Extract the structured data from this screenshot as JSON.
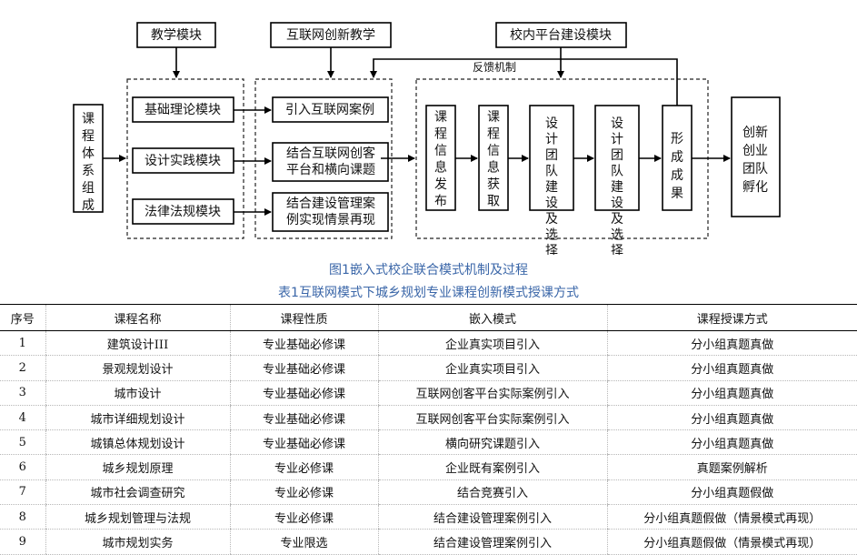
{
  "diagram": {
    "top_boxes": [
      "教学模块",
      "互联网创新教学",
      "校内平台建设模块"
    ],
    "left_block": "课程体系组成",
    "teaching_modules": [
      "基础理论模块",
      "设计实践模块",
      "法律法规模块"
    ],
    "innovation_items": [
      "引入互联网案例",
      "结合互联网创客平台和横向课题",
      "结合建设管理案例实现情景再现"
    ],
    "feedback_label": "反馈机制",
    "platform_steps": [
      "课程信息发布",
      "课程信息获取",
      "设计团队建设及选择",
      "设计团队建设及选择",
      "形成成果"
    ],
    "output_block": "创新创业团队孵化"
  },
  "captions": {
    "figure": "图1嵌入式校企联合模式机制及过程",
    "table": "表1互联网模式下城乡规划专业课程创新模式授课方式"
  },
  "table": {
    "headers": [
      "序号",
      "课程名称",
      "课程性质",
      "嵌入模式",
      "课程授课方式"
    ],
    "rows": [
      [
        "1",
        "建筑设计III",
        "专业基础必修课",
        "企业真实项目引入",
        "分小组真题真做"
      ],
      [
        "2",
        "景观规划设计",
        "专业基础必修课",
        "企业真实项目引入",
        "分小组真题真做"
      ],
      [
        "3",
        "城市设计",
        "专业基础必修课",
        "互联网创客平台实际案例引入",
        "分小组真题真做"
      ],
      [
        "4",
        "城市详细规划设计",
        "专业基础必修课",
        "互联网创客平台实际案例引入",
        "分小组真题真做"
      ],
      [
        "5",
        "城镇总体规划设计",
        "专业基础必修课",
        "横向研究课题引入",
        "分小组真题真做"
      ],
      [
        "6",
        "城乡规划原理",
        "专业必修课",
        "企业既有案例引入",
        "真题案例解析"
      ],
      [
        "7",
        "城市社会调查研究",
        "专业必修课",
        "结合竞赛引入",
        "分小组真题假做"
      ],
      [
        "8",
        "城乡规划管理与法规",
        "专业必修课",
        "结合建设管理案例引入",
        "分小组真题假做（情景模式再现）"
      ],
      [
        "9",
        "城市规划实务",
        "专业限选",
        "结合建设管理案例引入",
        "分小组真题假做（情景模式再现）"
      ]
    ]
  }
}
